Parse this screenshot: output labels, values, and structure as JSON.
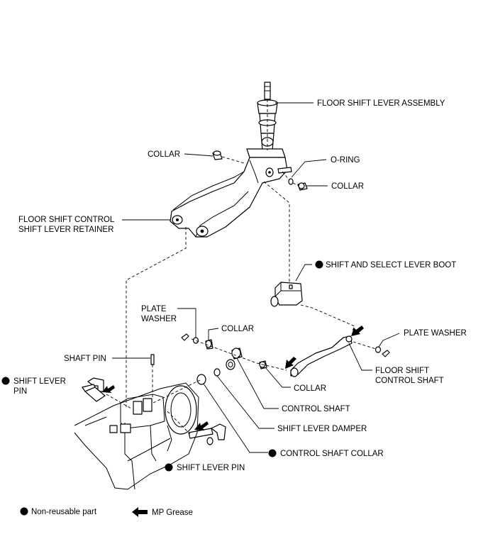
{
  "labels": {
    "floor_shift_lever_assembly": "FLOOR SHIFT LEVER ASSEMBLY",
    "collar_top": "COLLAR",
    "o_ring": "O-RING",
    "collar_right": "COLLAR",
    "retainer_line1": "FLOOR SHIFT CONTROL",
    "retainer_line2": "SHIFT LEVER RETAINER",
    "boot": "SHIFT AND SELECT LEVER BOOT",
    "plate_washer_left_line1": "PLATE",
    "plate_washer_left_line2": "WASHER",
    "collar_mid": "COLLAR",
    "plate_washer_right": "PLATE WASHER",
    "shaft_pin": "SHAFT PIN",
    "floor_shift_control_shaft_line1": "FLOOR SHIFT",
    "floor_shift_control_shaft_line2": "CONTROL SHAFT",
    "shift_lever_pin_left_line1": "SHIFT LEVER",
    "shift_lever_pin_left_line2": "PIN",
    "collar_lower": "COLLAR",
    "control_shaft": "CONTROL SHAFT",
    "shift_lever_damper": "SHIFT LEVER DAMPER",
    "control_shaft_collar": "CONTROL SHAFT COLLAR",
    "shift_lever_pin_bottom": "SHIFT LEVER PIN"
  },
  "legend": {
    "non_reusable": "Non-reusable part",
    "mp_grease": "MP Grease"
  }
}
